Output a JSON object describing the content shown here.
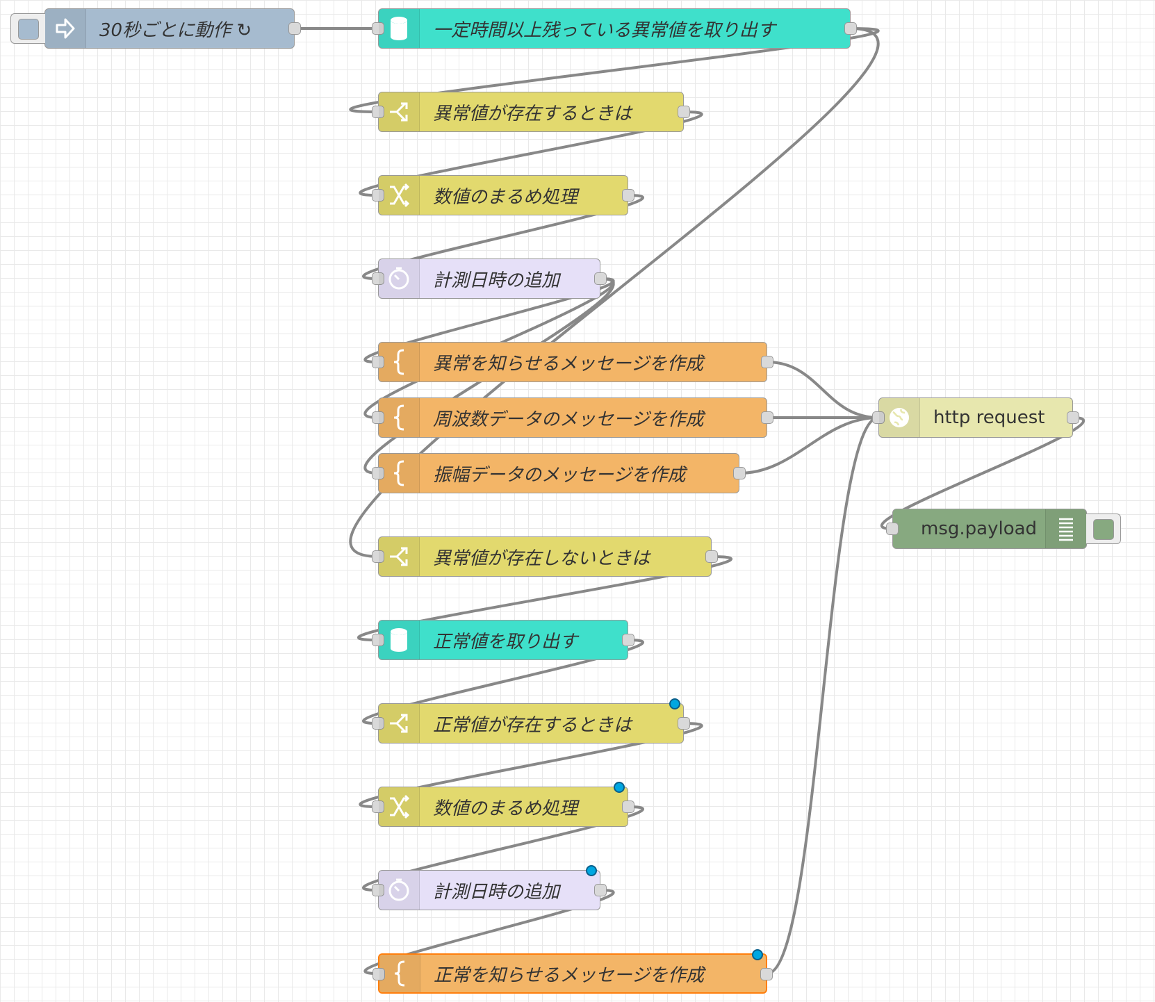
{
  "colors": {
    "inject": "#a6bbcf",
    "mongodb": "#3fe0cb",
    "switch": "#e2d96e",
    "change": "#e2d96e",
    "moment": "#e6e0f8",
    "template": "#f3b567",
    "http_request": "#e7e7ae",
    "debug": "#87a980",
    "wire": "#888888",
    "changed_badge": "#00a7e1"
  },
  "nodes": [
    {
      "id": "inject",
      "type": "inject",
      "label": "30秒ごとに動作 ↻",
      "icon": "arrow-in-icon"
    },
    {
      "id": "mongo1",
      "type": "mongodb",
      "label": "一定時間以上残っている異常値を取り出す",
      "icon": "database-icon"
    },
    {
      "id": "switch1",
      "type": "switch",
      "label": "異常値が存在するときは",
      "icon": "switch-icon"
    },
    {
      "id": "change1",
      "type": "change",
      "label": "数値のまるめ処理",
      "icon": "shuffle-icon"
    },
    {
      "id": "moment1",
      "type": "moment",
      "label": "計測日時の追加",
      "icon": "timer-icon"
    },
    {
      "id": "tmpl1",
      "type": "template",
      "label": "異常を知らせるメッセージを作成",
      "icon": "brace-icon"
    },
    {
      "id": "tmpl2",
      "type": "template",
      "label": "周波数データのメッセージを作成",
      "icon": "brace-icon"
    },
    {
      "id": "tmpl3",
      "type": "template",
      "label": "振幅データのメッセージを作成",
      "icon": "brace-icon"
    },
    {
      "id": "switch2",
      "type": "switch",
      "label": "異常値が存在しないときは",
      "icon": "switch-icon"
    },
    {
      "id": "mongo2",
      "type": "mongodb",
      "label": "正常値を取り出す",
      "icon": "database-icon"
    },
    {
      "id": "switch3",
      "type": "switch",
      "label": "正常値が存在するときは",
      "icon": "switch-icon",
      "changed": true
    },
    {
      "id": "change2",
      "type": "change",
      "label": "数値のまるめ処理",
      "icon": "shuffle-icon",
      "changed": true
    },
    {
      "id": "moment2",
      "type": "moment",
      "label": "計測日時の追加",
      "icon": "timer-icon",
      "changed": true
    },
    {
      "id": "tmpl4",
      "type": "template",
      "label": "正常を知らせるメッセージを作成",
      "icon": "brace-icon",
      "changed": true,
      "selected": true
    },
    {
      "id": "http",
      "type": "http_request",
      "label": "http request",
      "icon": "globe-icon"
    },
    {
      "id": "debug",
      "type": "debug",
      "label": "msg.payload",
      "icon": "list-icon"
    }
  ],
  "wires": [
    [
      "inject",
      "mongo1"
    ],
    [
      "mongo1",
      "switch1"
    ],
    [
      "mongo1",
      "switch2"
    ],
    [
      "switch1",
      "change1"
    ],
    [
      "change1",
      "moment1"
    ],
    [
      "moment1",
      "tmpl1"
    ],
    [
      "moment1",
      "tmpl2"
    ],
    [
      "moment1",
      "tmpl3"
    ],
    [
      "tmpl1",
      "http"
    ],
    [
      "tmpl2",
      "http"
    ],
    [
      "tmpl3",
      "http"
    ],
    [
      "switch2",
      "mongo2"
    ],
    [
      "mongo2",
      "switch3"
    ],
    [
      "switch3",
      "change2"
    ],
    [
      "change2",
      "moment2"
    ],
    [
      "moment2",
      "tmpl4"
    ],
    [
      "tmpl4",
      "http"
    ],
    [
      "http",
      "debug"
    ]
  ]
}
